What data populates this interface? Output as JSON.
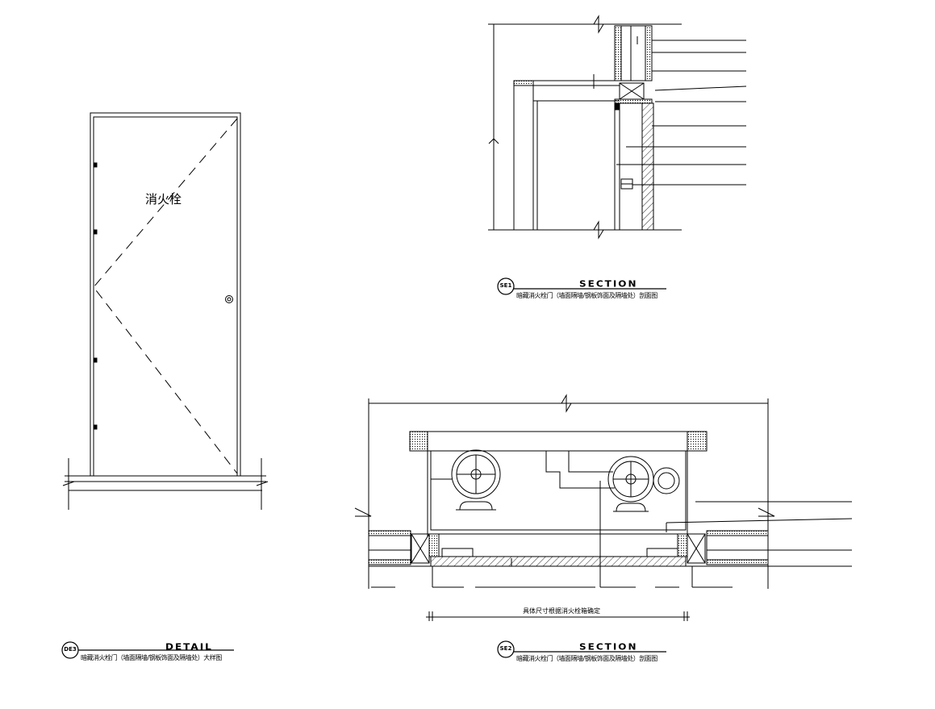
{
  "door_elevation": {
    "label": "消火栓"
  },
  "detail_title": {
    "tag": "DE3",
    "title": "DETAIL",
    "subtitle": "暗藏消火栓门（墙面隔墙/钢板饰面及隔墙处）大样图"
  },
  "section1_title": {
    "tag": "SE1",
    "title": "SECTION",
    "subtitle": "暗藏消火栓门（墙面隔墙/钢板饰面及隔墙处）剖面图"
  },
  "section2_title": {
    "tag": "SE2",
    "title": "SECTION",
    "subtitle": "暗藏消火栓门（墙面隔墙/钢板饰面及隔墙处）剖面图"
  },
  "section2_dimension": {
    "text": "具体尺寸根据消火栓箱确定"
  },
  "colors": {
    "line": "#000000",
    "background": "#ffffff"
  }
}
